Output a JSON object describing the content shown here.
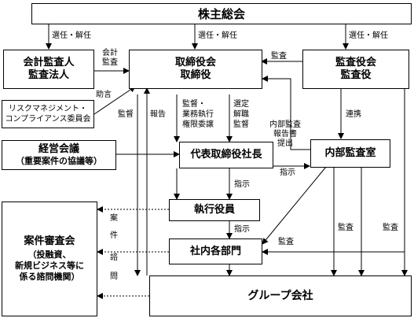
{
  "boxes": {
    "shareholders": "株主総会",
    "auditor_l1": "会計監査人",
    "auditor_l2": "監査法人",
    "board_l1": "取締役会",
    "board_l2": "取締役",
    "audit_board_l1": "監査役会",
    "audit_board_l2": "監査役",
    "risk_l1": "リスクマネジメント・",
    "risk_l2": "コンプライアンス委員会",
    "mgmt_l1": "経営会議",
    "mgmt_l2": "（重要案件の協議等）",
    "president": "代表取締役社長",
    "internal_audit": "内部監査室",
    "officers": "執行役員",
    "departments": "社内各部門",
    "review_l1": "案件審査会",
    "review_l2": "（投融資、",
    "review_l3": "新規ビジネス等に",
    "review_l4": "係る諮問機関）",
    "group": "グループ会社"
  },
  "labels": {
    "appoint_dismiss": "選任・解任",
    "accounting_audit_l1": "会計",
    "accounting_audit_l2": "監査",
    "audit": "監査",
    "advice": "助言",
    "supervision": "監督",
    "report": "報告",
    "delegation_l1": "監督・",
    "delegation_l2": "業務執行",
    "delegation_l3": "権限委譲",
    "select_l1": "選定",
    "select_l2": "解職",
    "select_l3": "監督",
    "cooperation": "連携",
    "ia_report_l1": "内部監査",
    "ia_report_l2": "報告書",
    "ia_report_l3": "提出",
    "instruction": "指示",
    "consult": [
      "案",
      "件",
      "諮",
      "問"
    ]
  }
}
